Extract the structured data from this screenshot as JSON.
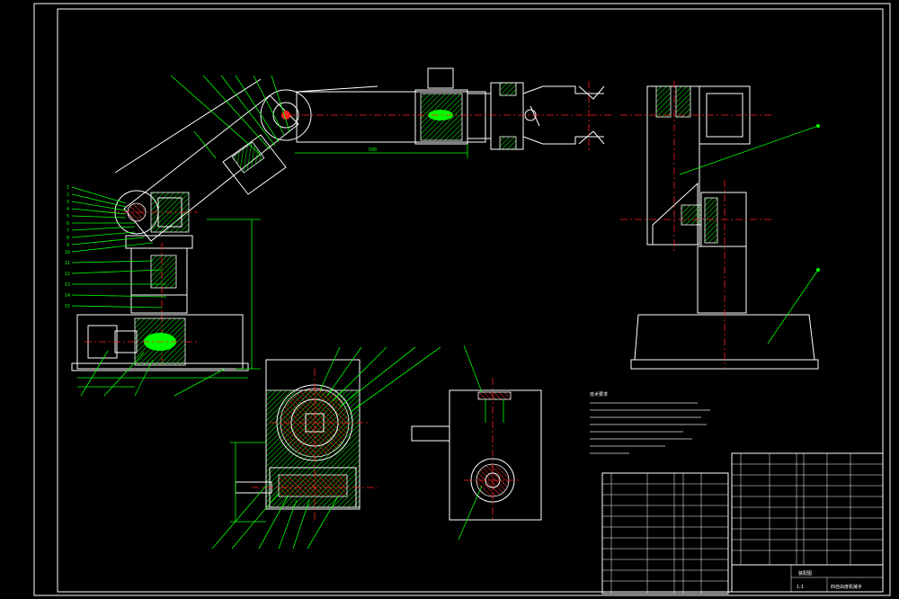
{
  "drawing": {
    "colors": {
      "background": "#000000",
      "outline": "#ffffff",
      "leader": "#00ff00",
      "centerline": "#ff2020",
      "dimension_green": "#00ff00"
    },
    "notes_heading": "技术要求",
    "title_block": {
      "title": "四自由度机械手",
      "scale": "1:1",
      "sheet": "装配图"
    }
  }
}
